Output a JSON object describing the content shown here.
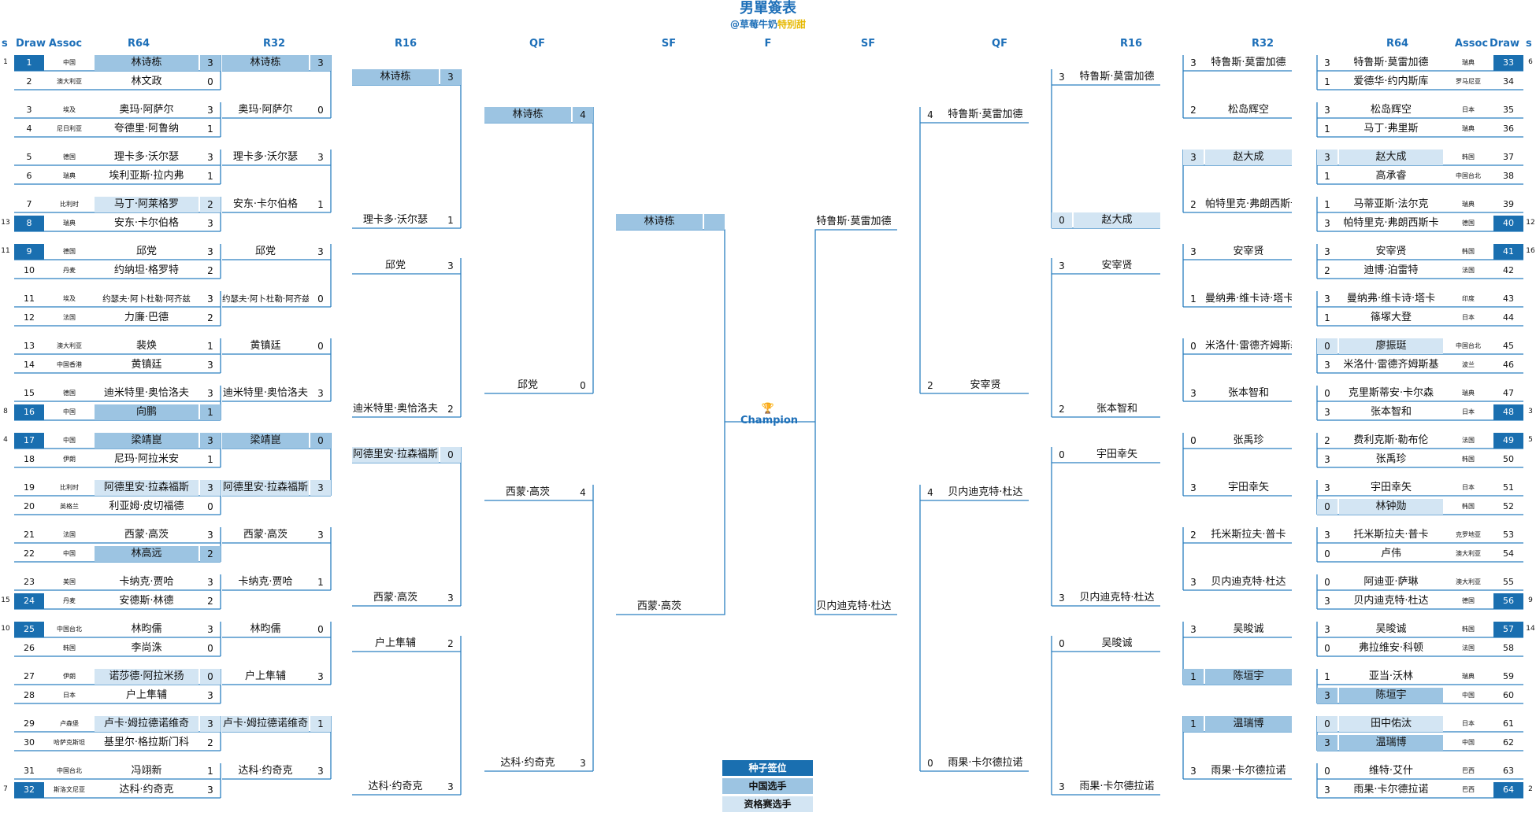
{
  "title": "男單簽表",
  "subtitle_a": "@草莓牛奶",
  "subtitle_b": "特别甜",
  "headers": {
    "s": "s",
    "draw": "Draw",
    "assoc": "Assoc",
    "r64": "R64",
    "r32": "R32",
    "r16": "R16",
    "qf": "QF",
    "sf": "SF",
    "f": "F"
  },
  "champion_label": "Champion",
  "trophy_icon": "🏆",
  "colors": {
    "seed": "#1a6fb0",
    "chinese": "#9cc4e2",
    "qualifier": "#d3e5f3",
    "line": "#2b7fc0",
    "header": "#1d6fb8"
  },
  "legend": [
    "种子签位",
    "中国选手",
    "资格赛选手"
  ],
  "left_r64": [
    {
      "s": "1",
      "draw": "1",
      "seed": true,
      "assoc": "中国",
      "name": "林诗栋",
      "score": "3",
      "hl": "cn"
    },
    {
      "s": "",
      "draw": "2",
      "seed": false,
      "assoc": "澳大利亚",
      "name": "林文政",
      "score": "0",
      "hl": ""
    },
    {
      "s": "",
      "draw": "3",
      "seed": false,
      "assoc": "埃及",
      "name": "奥玛·阿萨尔",
      "score": "3",
      "hl": ""
    },
    {
      "s": "",
      "draw": "4",
      "seed": false,
      "assoc": "尼日利亚",
      "name": "夸德里·阿鲁纳",
      "score": "1",
      "hl": ""
    },
    {
      "s": "",
      "draw": "5",
      "seed": false,
      "assoc": "德国",
      "name": "理卡多·沃尔瑟",
      "score": "3",
      "hl": ""
    },
    {
      "s": "",
      "draw": "6",
      "seed": false,
      "assoc": "瑞典",
      "name": "埃利亚斯·拉内弗",
      "score": "1",
      "hl": ""
    },
    {
      "s": "",
      "draw": "7",
      "seed": false,
      "assoc": "比利时",
      "name": "马丁·阿莱格罗",
      "score": "2",
      "hl": "q"
    },
    {
      "s": "13",
      "draw": "8",
      "seed": true,
      "assoc": "瑞典",
      "name": "安东·卡尔伯格",
      "score": "3",
      "hl": ""
    },
    {
      "s": "11",
      "draw": "9",
      "seed": true,
      "assoc": "德国",
      "name": "邱党",
      "score": "3",
      "hl": ""
    },
    {
      "s": "",
      "draw": "10",
      "seed": false,
      "assoc": "丹麦",
      "name": "约纳坦·格罗特",
      "score": "2",
      "hl": ""
    },
    {
      "s": "",
      "draw": "11",
      "seed": false,
      "assoc": "埃及",
      "name": "约瑟夫·阿卜杜勒·阿齐兹",
      "score": "3",
      "hl": "",
      "small": true
    },
    {
      "s": "",
      "draw": "12",
      "seed": false,
      "assoc": "法国",
      "name": "力廉·巴德",
      "score": "2",
      "hl": ""
    },
    {
      "s": "",
      "draw": "13",
      "seed": false,
      "assoc": "澳大利亚",
      "name": "裴焕",
      "score": "1",
      "hl": ""
    },
    {
      "s": "",
      "draw": "14",
      "seed": false,
      "assoc": "中国香港",
      "name": "黄镇廷",
      "score": "3",
      "hl": ""
    },
    {
      "s": "",
      "draw": "15",
      "seed": false,
      "assoc": "德国",
      "name": "迪米特里·奥恰洛夫",
      "score": "3",
      "hl": ""
    },
    {
      "s": "8",
      "draw": "16",
      "seed": true,
      "assoc": "中国",
      "name": "向鹏",
      "score": "1",
      "hl": "cn"
    },
    {
      "s": "4",
      "draw": "17",
      "seed": true,
      "assoc": "中国",
      "name": "梁靖崑",
      "score": "3",
      "hl": "cn"
    },
    {
      "s": "",
      "draw": "18",
      "seed": false,
      "assoc": "伊朗",
      "name": "尼玛·阿拉米安",
      "score": "1",
      "hl": ""
    },
    {
      "s": "",
      "draw": "19",
      "seed": false,
      "assoc": "比利时",
      "name": "阿德里安·拉森福斯",
      "score": "3",
      "hl": "q"
    },
    {
      "s": "",
      "draw": "20",
      "seed": false,
      "assoc": "英格兰",
      "name": "利亚姆·皮切福德",
      "score": "0",
      "hl": ""
    },
    {
      "s": "",
      "draw": "21",
      "seed": false,
      "assoc": "法国",
      "name": "西蒙·高茨",
      "score": "3",
      "hl": ""
    },
    {
      "s": "",
      "draw": "22",
      "seed": false,
      "assoc": "中国",
      "name": "林高远",
      "score": "2",
      "hl": "cn"
    },
    {
      "s": "",
      "draw": "23",
      "seed": false,
      "assoc": "美国",
      "name": "卡纳克·贾哈",
      "score": "3",
      "hl": ""
    },
    {
      "s": "15",
      "draw": "24",
      "seed": true,
      "assoc": "丹麦",
      "name": "安德斯·林德",
      "score": "2",
      "hl": ""
    },
    {
      "s": "10",
      "draw": "25",
      "seed": true,
      "assoc": "中国台北",
      "name": "林昀儒",
      "score": "3",
      "hl": ""
    },
    {
      "s": "",
      "draw": "26",
      "seed": false,
      "assoc": "韩国",
      "name": "李尚洙",
      "score": "0",
      "hl": ""
    },
    {
      "s": "",
      "draw": "27",
      "seed": false,
      "assoc": "伊朗",
      "name": "诺莎德·阿拉米扬",
      "score": "0",
      "hl": "q"
    },
    {
      "s": "",
      "draw": "28",
      "seed": false,
      "assoc": "日本",
      "name": "户上隼辅",
      "score": "3",
      "hl": ""
    },
    {
      "s": "",
      "draw": "29",
      "seed": false,
      "assoc": "卢森堡",
      "name": "卢卡·姆拉德诺维奇",
      "score": "3",
      "hl": "q"
    },
    {
      "s": "",
      "draw": "30",
      "seed": false,
      "assoc": "哈萨克斯坦",
      "name": "基里尔·格拉斯门科",
      "score": "2",
      "hl": ""
    },
    {
      "s": "",
      "draw": "31",
      "seed": false,
      "assoc": "中国台北",
      "name": "冯翊新",
      "score": "1",
      "hl": ""
    },
    {
      "s": "7",
      "draw": "32",
      "seed": true,
      "assoc": "斯洛文尼亚",
      "name": "达科·约奇克",
      "score": "3",
      "hl": ""
    }
  ],
  "right_r64": [
    {
      "s": "6",
      "draw": "33",
      "seed": true,
      "assoc": "瑞典",
      "name": "特鲁斯·莫雷加德",
      "score": "3",
      "hl": ""
    },
    {
      "s": "",
      "draw": "34",
      "seed": false,
      "assoc": "罗马尼亚",
      "name": "爱德华·约内斯库",
      "score": "1",
      "hl": ""
    },
    {
      "s": "",
      "draw": "35",
      "seed": false,
      "assoc": "日本",
      "name": "松岛辉空",
      "score": "3",
      "hl": ""
    },
    {
      "s": "",
      "draw": "36",
      "seed": false,
      "assoc": "瑞典",
      "name": "马丁·弗里斯",
      "score": "1",
      "hl": ""
    },
    {
      "s": "",
      "draw": "37",
      "seed": false,
      "assoc": "韩国",
      "name": "赵大成",
      "score": "3",
      "hl": "q"
    },
    {
      "s": "",
      "draw": "38",
      "seed": false,
      "assoc": "中国台北",
      "name": "高承睿",
      "score": "1",
      "hl": ""
    },
    {
      "s": "",
      "draw": "39",
      "seed": false,
      "assoc": "瑞典",
      "name": "马蒂亚斯·法尔克",
      "score": "1",
      "hl": ""
    },
    {
      "s": "12",
      "draw": "40",
      "seed": true,
      "assoc": "德国",
      "name": "帕特里克·弗朗西斯卡",
      "score": "3",
      "hl": ""
    },
    {
      "s": "16",
      "draw": "41",
      "seed": true,
      "assoc": "韩国",
      "name": "安宰贤",
      "score": "3",
      "hl": ""
    },
    {
      "s": "",
      "draw": "42",
      "seed": false,
      "assoc": "法国",
      "name": "迪博·泊雷特",
      "score": "2",
      "hl": ""
    },
    {
      "s": "",
      "draw": "43",
      "seed": false,
      "assoc": "印度",
      "name": "曼纳弗·维卡诗·塔卡",
      "score": "3",
      "hl": ""
    },
    {
      "s": "",
      "draw": "44",
      "seed": false,
      "assoc": "日本",
      "name": "篠塚大登",
      "score": "1",
      "hl": ""
    },
    {
      "s": "",
      "draw": "45",
      "seed": false,
      "assoc": "中国台北",
      "name": "廖振珽",
      "score": "0",
      "hl": "q"
    },
    {
      "s": "",
      "draw": "46",
      "seed": false,
      "assoc": "波兰",
      "name": "米洛什·雷德齐姆斯基",
      "score": "3",
      "hl": ""
    },
    {
      "s": "",
      "draw": "47",
      "seed": false,
      "assoc": "瑞典",
      "name": "克里斯蒂安·卡尔森",
      "score": "0",
      "hl": ""
    },
    {
      "s": "3",
      "draw": "48",
      "seed": true,
      "assoc": "日本",
      "name": "张本智和",
      "score": "3",
      "hl": ""
    },
    {
      "s": "5",
      "draw": "49",
      "seed": true,
      "assoc": "法国",
      "name": "费利克斯·勒布伦",
      "score": "2",
      "hl": ""
    },
    {
      "s": "",
      "draw": "50",
      "seed": false,
      "assoc": "韩国",
      "name": "张禹珍",
      "score": "3",
      "hl": ""
    },
    {
      "s": "",
      "draw": "51",
      "seed": false,
      "assoc": "日本",
      "name": "宇田幸矢",
      "score": "3",
      "hl": ""
    },
    {
      "s": "",
      "draw": "52",
      "seed": false,
      "assoc": "韩国",
      "name": "林钟勋",
      "score": "0",
      "hl": "q"
    },
    {
      "s": "",
      "draw": "53",
      "seed": false,
      "assoc": "克罗地亚",
      "name": "托米斯拉夫·普卡",
      "score": "3",
      "hl": ""
    },
    {
      "s": "",
      "draw": "54",
      "seed": false,
      "assoc": "澳大利亚",
      "name": "卢伟",
      "score": "0",
      "hl": ""
    },
    {
      "s": "",
      "draw": "55",
      "seed": false,
      "assoc": "澳大利亚",
      "name": "阿迪亚·萨琳",
      "score": "0",
      "hl": ""
    },
    {
      "s": "9",
      "draw": "56",
      "seed": true,
      "assoc": "德国",
      "name": "贝内迪克特·杜达",
      "score": "3",
      "hl": ""
    },
    {
      "s": "14",
      "draw": "57",
      "seed": true,
      "assoc": "韩国",
      "name": "吴晙诚",
      "score": "3",
      "hl": ""
    },
    {
      "s": "",
      "draw": "58",
      "seed": false,
      "assoc": "法国",
      "name": "弗拉维安·科顿",
      "score": "0",
      "hl": ""
    },
    {
      "s": "",
      "draw": "59",
      "seed": false,
      "assoc": "瑞典",
      "name": "亚当·沃林",
      "score": "1",
      "hl": ""
    },
    {
      "s": "",
      "draw": "60",
      "seed": false,
      "assoc": "中国",
      "name": "陈垣宇",
      "score": "3",
      "hl": "cn"
    },
    {
      "s": "",
      "draw": "61",
      "seed": false,
      "assoc": "日本",
      "name": "田中佑汰",
      "score": "0",
      "hl": "q"
    },
    {
      "s": "",
      "draw": "62",
      "seed": false,
      "assoc": "中国",
      "name": "温瑞博",
      "score": "3",
      "hl": "cn"
    },
    {
      "s": "",
      "draw": "63",
      "seed": false,
      "assoc": "巴西",
      "name": "维特·艾什",
      "score": "0",
      "hl": ""
    },
    {
      "s": "2",
      "draw": "64",
      "seed": true,
      "assoc": "巴西",
      "name": "雨果·卡尔德拉诺",
      "score": "3",
      "hl": ""
    }
  ],
  "left_r32": [
    {
      "name": "林诗栋",
      "score": "3",
      "hl": "cn"
    },
    {
      "name": "奥玛·阿萨尔",
      "score": "0",
      "hl": ""
    },
    {
      "name": "理卡多·沃尔瑟",
      "score": "3",
      "hl": ""
    },
    {
      "name": "安东·卡尔伯格",
      "score": "1",
      "hl": ""
    },
    {
      "name": "邱党",
      "score": "3",
      "hl": ""
    },
    {
      "name": "约瑟夫·阿卜杜勒·阿齐兹",
      "score": "0",
      "hl": "",
      "small": true
    },
    {
      "name": "黄镇廷",
      "score": "0",
      "hl": ""
    },
    {
      "name": "迪米特里·奥恰洛夫",
      "score": "3",
      "hl": ""
    },
    {
      "name": "梁靖崑",
      "score": "0",
      "hl": "cn"
    },
    {
      "name": "阿德里安·拉森福斯",
      "score": "3",
      "hl": "q"
    },
    {
      "name": "西蒙·高茨",
      "score": "3",
      "hl": ""
    },
    {
      "name": "卡纳克·贾哈",
      "score": "1",
      "hl": ""
    },
    {
      "name": "林昀儒",
      "score": "0",
      "hl": ""
    },
    {
      "name": "户上隼辅",
      "score": "3",
      "hl": ""
    },
    {
      "name": "卢卡·姆拉德诺维奇",
      "score": "1",
      "hl": "q"
    },
    {
      "name": "达科·约奇克",
      "score": "3",
      "hl": ""
    }
  ],
  "right_r32": [
    {
      "name": "特鲁斯·莫雷加德",
      "score": "3",
      "hl": ""
    },
    {
      "name": "松岛辉空",
      "score": "2",
      "hl": ""
    },
    {
      "name": "赵大成",
      "score": "3",
      "hl": "q"
    },
    {
      "name": "帕特里克·弗朗西斯卡",
      "score": "2",
      "hl": ""
    },
    {
      "name": "安宰贤",
      "score": "3",
      "hl": ""
    },
    {
      "name": "曼纳弗·维卡诗·塔卡",
      "score": "1",
      "hl": ""
    },
    {
      "name": "米洛什·雷德齐姆斯基",
      "score": "0",
      "hl": ""
    },
    {
      "name": "张本智和",
      "score": "3",
      "hl": ""
    },
    {
      "name": "张禹珍",
      "score": "0",
      "hl": ""
    },
    {
      "name": "宇田幸矢",
      "score": "3",
      "hl": ""
    },
    {
      "name": "托米斯拉夫·普卡",
      "score": "2",
      "hl": ""
    },
    {
      "name": "贝内迪克特·杜达",
      "score": "3",
      "hl": ""
    },
    {
      "name": "吴晙诚",
      "score": "3",
      "hl": ""
    },
    {
      "name": "陈垣宇",
      "score": "1",
      "hl": "cn"
    },
    {
      "name": "温瑞博",
      "score": "1",
      "hl": "cn"
    },
    {
      "name": "雨果·卡尔德拉诺",
      "score": "3",
      "hl": ""
    }
  ],
  "left_r16": [
    {
      "name": "林诗栋",
      "score": "3",
      "hl": "cn"
    },
    {
      "name": "理卡多·沃尔瑟",
      "score": "1",
      "hl": ""
    },
    {
      "name": "邱党",
      "score": "3",
      "hl": ""
    },
    {
      "name": "迪米特里·奥恰洛夫",
      "score": "2",
      "hl": ""
    },
    {
      "name": "阿德里安·拉森福斯",
      "score": "0",
      "hl": "q"
    },
    {
      "name": "西蒙·高茨",
      "score": "3",
      "hl": ""
    },
    {
      "name": "户上隼辅",
      "score": "2",
      "hl": ""
    },
    {
      "name": "达科·约奇克",
      "score": "3",
      "hl": ""
    }
  ],
  "right_r16": [
    {
      "name": "特鲁斯·莫雷加德",
      "score": "3",
      "hl": ""
    },
    {
      "name": "赵大成",
      "score": "0",
      "hl": "q"
    },
    {
      "name": "安宰贤",
      "score": "3",
      "hl": ""
    },
    {
      "name": "张本智和",
      "score": "2",
      "hl": ""
    },
    {
      "name": "宇田幸矢",
      "score": "0",
      "hl": ""
    },
    {
      "name": "贝内迪克特·杜达",
      "score": "3",
      "hl": ""
    },
    {
      "name": "吴晙诚",
      "score": "0",
      "hl": ""
    },
    {
      "name": "雨果·卡尔德拉诺",
      "score": "3",
      "hl": ""
    }
  ],
  "left_qf": [
    {
      "name": "林诗栋",
      "score": "4",
      "hl": "cn"
    },
    {
      "name": "邱党",
      "score": "0",
      "hl": ""
    },
    {
      "name": "西蒙·高茨",
      "score": "4",
      "hl": ""
    },
    {
      "name": "达科·约奇克",
      "score": "3",
      "hl": ""
    }
  ],
  "right_qf": [
    {
      "name": "特鲁斯·莫雷加德",
      "score": "4",
      "hl": ""
    },
    {
      "name": "安宰贤",
      "score": "2",
      "hl": ""
    },
    {
      "name": "贝内迪克特·杜达",
      "score": "4",
      "hl": ""
    },
    {
      "name": "雨果·卡尔德拉诺",
      "score": "0",
      "hl": ""
    }
  ],
  "left_sf": [
    {
      "name": "林诗栋",
      "score": "",
      "hl": "cn"
    },
    {
      "name": "西蒙·高茨",
      "score": "",
      "hl": ""
    }
  ],
  "right_sf": [
    {
      "name": "特鲁斯·莫雷加德",
      "score": "",
      "hl": ""
    },
    {
      "name": "贝内迪克特·杜达",
      "score": "",
      "hl": ""
    }
  ]
}
